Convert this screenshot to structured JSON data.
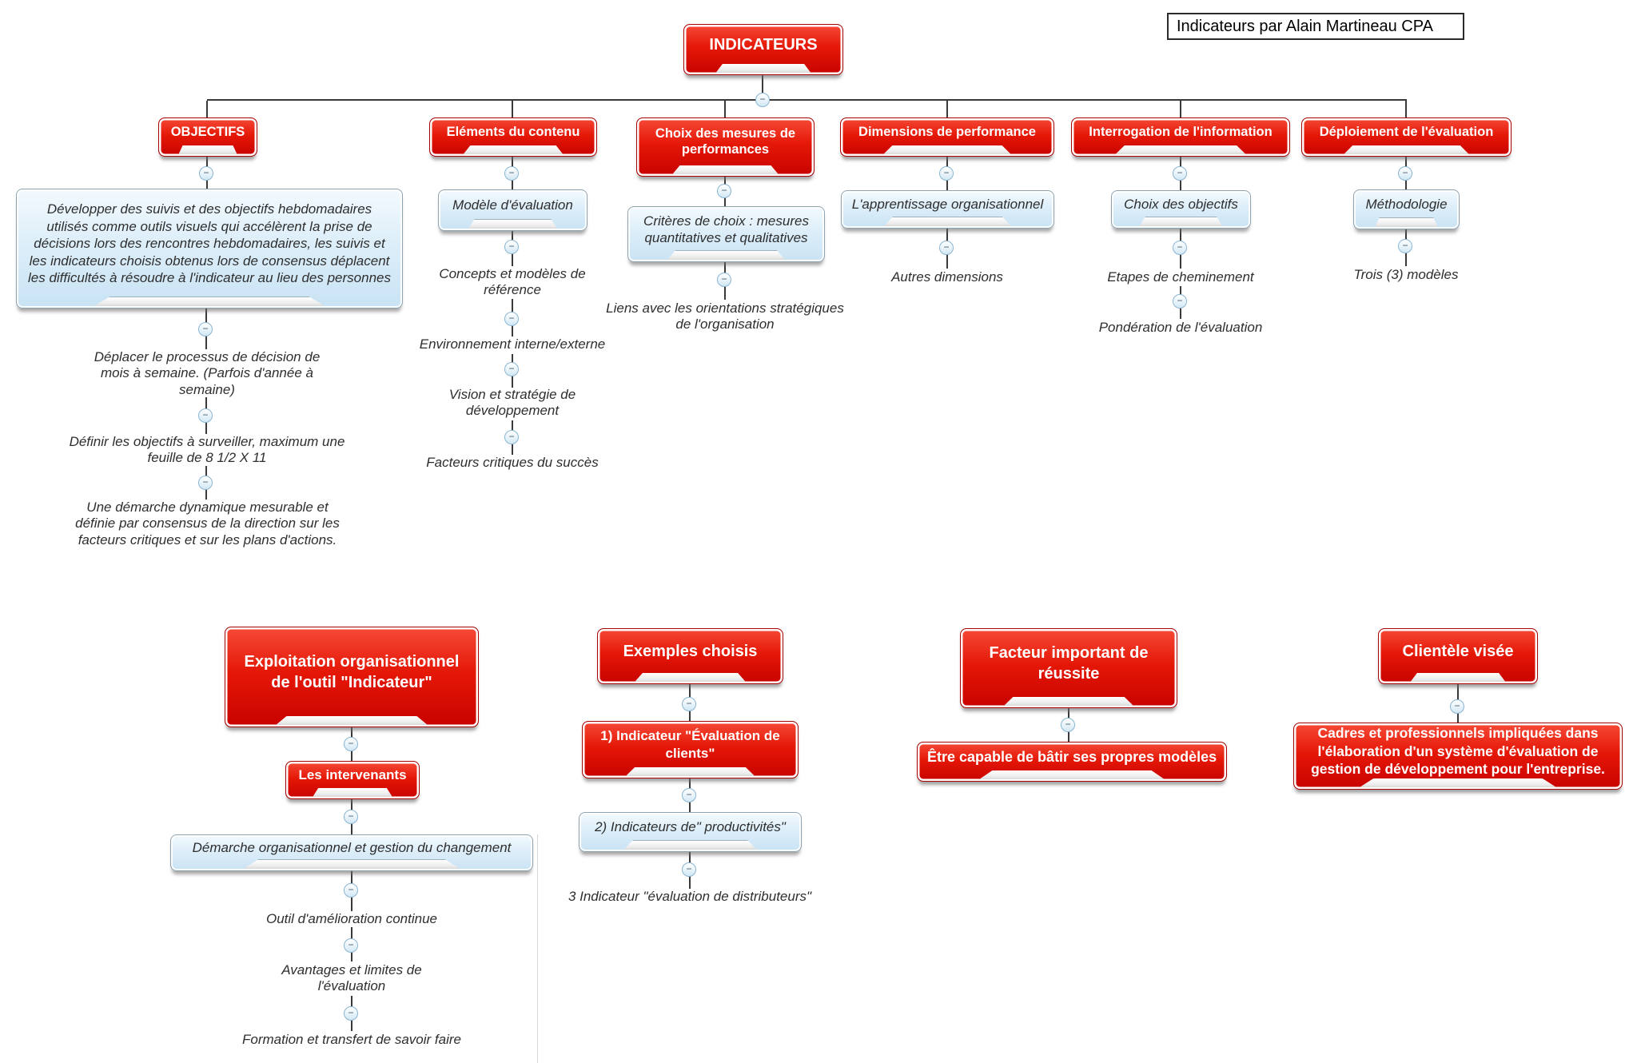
{
  "note": "Indicateurs par Alain Martineau CPA",
  "icons": {
    "collapse_glyph": "−"
  },
  "style": {
    "topic_red": "#d90f02",
    "topic_blue": "#cfe7f6",
    "connector": "#3a3a3a"
  },
  "map": {
    "root": {
      "label": "INDICATEURS"
    },
    "branches": [
      {
        "label": "OBJECTIFS",
        "children": [
          {
            "label": "Développer des suivis et des objectifs hebdomadaires utilisés comme outils visuels qui accélèrent la prise de décisions lors des rencontres hebdomadaires, les suivis et les indicateurs choisis obtenus lors de consensus déplacent les difficultés à résoudre à l'indicateur au lieu des personnes"
          },
          {
            "label": "Déplacer le processus de décision de mois à semaine. (Parfois d'année à semaine)"
          },
          {
            "label": "Définir les objectifs à surveiller, maximum une feuille de 8 1/2 X 11"
          },
          {
            "label": "Une démarche dynamique mesurable et définie par consensus de la direction sur les facteurs critiques et sur les plans d'actions."
          }
        ]
      },
      {
        "label": "Eléments du contenu",
        "children": [
          {
            "label": "Modèle d'évaluation"
          },
          {
            "label": "Concepts et modèles de référence"
          },
          {
            "label": "Environnement interne/externe"
          },
          {
            "label": "Vision et stratégie de développement"
          },
          {
            "label": "Facteurs critiques du succès"
          }
        ]
      },
      {
        "label": "Choix des mesures de performances",
        "children": [
          {
            "label": "Critères de choix : mesures quantitatives et qualitatives"
          },
          {
            "label": "Liens avec les orientations stratégiques de l'organisation"
          }
        ]
      },
      {
        "label": "Dimensions de performance",
        "children": [
          {
            "label": "L'apprentissage organisationnel"
          },
          {
            "label": "Autres dimensions"
          }
        ]
      },
      {
        "label": "Interrogation de l'information",
        "children": [
          {
            "label": "Choix des objectifs"
          },
          {
            "label": "Etapes de cheminement"
          },
          {
            "label": "Pondération de l'évaluation"
          }
        ]
      },
      {
        "label": "Déploiement de l'évaluation",
        "children": [
          {
            "label": "Méthodologie"
          },
          {
            "label": "Trois (3) modèles"
          }
        ]
      }
    ],
    "floating": [
      {
        "label": "Exploitation organisationnel de l'outil \"Indicateur\"",
        "children": [
          {
            "label": "Les intervenants"
          },
          {
            "label": "Démarche organisationnel et gestion du changement"
          },
          {
            "label": "Outil d'amélioration continue"
          },
          {
            "label": "Avantages et limites de l'évaluation"
          },
          {
            "label": "Formation et transfert de savoir faire"
          }
        ]
      },
      {
        "label": "Exemples choisis",
        "children": [
          {
            "label": "1) Indicateur \"Évaluation de clients\""
          },
          {
            "label": "2) Indicateurs de\" productivités\""
          },
          {
            "label": "3 Indicateur \"évaluation de distributeurs\""
          }
        ]
      },
      {
        "label": "Facteur important de réussite",
        "children": [
          {
            "label": "Être capable de bâtir ses propres modèles"
          }
        ]
      },
      {
        "label": "Clientèle visée",
        "children": [
          {
            "label": "Cadres et professionnels impliquées dans l'élaboration d'un système d'évaluation de gestion  de développement pour l'entreprise."
          }
        ]
      }
    ]
  }
}
